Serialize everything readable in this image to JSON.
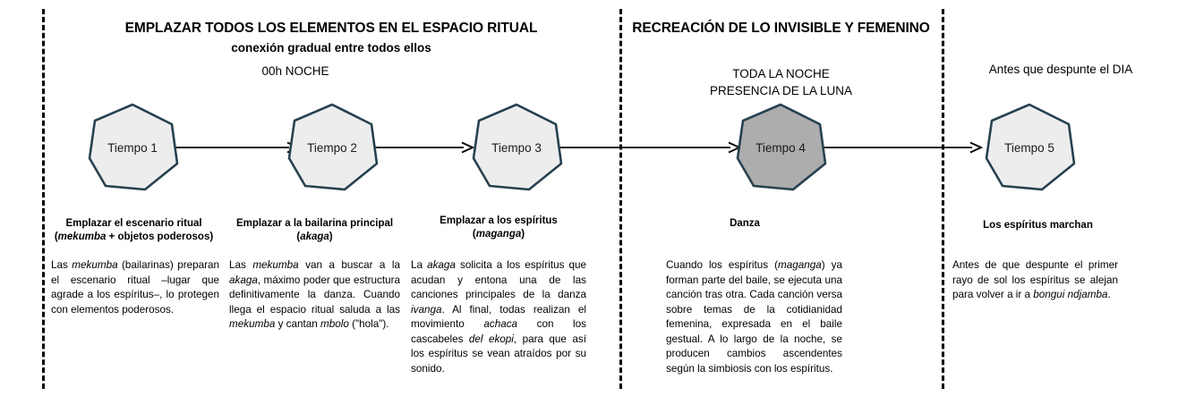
{
  "sections": [
    {
      "id": "emplazar",
      "title": "EMPLAZAR TODOS LOS ELEMENTOS EN EL ESPACIO RITUAL",
      "subtitle": "conexión gradual entre todos ellos",
      "time_note": "00h NOCHE"
    },
    {
      "id": "recreacion",
      "title": "RECREACIÓN DE LO INVISIBLE Y FEMENINO",
      "subtitle": "",
      "time_note": "TODA LA NOCHE\nPRESENCIA DE LA LUNA"
    },
    {
      "id": "amanecer",
      "title": "",
      "subtitle": "",
      "time_note": "Antes que despunte el DIA"
    }
  ],
  "steps": [
    {
      "node_label": "Tiempo 1",
      "fill": "#EDEDED",
      "stroke": "#27414F",
      "caption_line1": "Emplazar el escenario ritual",
      "caption_line2_pre": "(",
      "caption_line2_em": "mekumba",
      "caption_line2_post": " + objetos poderosos)",
      "body": "Las mekumba (bailarinas) preparan el escenario ritual –lugar que agrade a los espíritus–, lo protegen con elementos poderosos."
    },
    {
      "node_label": "Tiempo 2",
      "fill": "#EDEDED",
      "stroke": "#27414F",
      "caption_line1": "Emplazar a la bailarina principal",
      "caption_line2_pre": "(",
      "caption_line2_em": "akaga",
      "caption_line2_post": ")",
      "body": "Las mekumba van a buscar a la akaga, máximo poder que estructura definitivamente la danza. Cuando llega el espacio ritual saluda a las mekumba y cantan mbolo (\"hola\")."
    },
    {
      "node_label": "Tiempo 3",
      "fill": "#EDEDED",
      "stroke": "#27414F",
      "caption_line1": "Emplazar a los espíritus",
      "caption_line2_pre": "(",
      "caption_line2_em": "maganga",
      "caption_line2_post": ")",
      "body": "La akaga solicita a los espíritus que acudan y entona una de las canciones principales de la danza ivanga. Al final, todas realizan el movimiento achaca con los cascabeles del ekopi, para que así los espíritus se vean atraídos por su sonido."
    },
    {
      "node_label": "Tiempo 4",
      "fill": "#ADADAD",
      "stroke": "#27414F",
      "caption_line1": "Danza",
      "caption_line2_pre": "",
      "caption_line2_em": "",
      "caption_line2_post": "",
      "body": "Cuando los espíritus (maganga) ya forman parte del baile, se ejecuta una canción tras otra. Cada canción versa sobre temas de la cotidianidad femenina, expresada en el baile gestual. A lo largo de la noche, se producen cambios ascendentes según la simbiosis con los espíritus."
    },
    {
      "node_label": "Tiempo 5",
      "fill": "#EDEDED",
      "stroke": "#27414F",
      "caption_line1": "Los espíritus marchan",
      "caption_line2_pre": "",
      "caption_line2_em": "",
      "caption_line2_post": "",
      "body": "Antes de que despunte el primer rayo de sol los espíritus se alejan para volver a ir a bongui ndjamba."
    }
  ],
  "connectors": [
    {
      "from": "Tiempo 1",
      "to": "Tiempo 2"
    },
    {
      "from": "Tiempo 2",
      "to": "Tiempo 3"
    },
    {
      "from": "Tiempo 3",
      "to": "Tiempo 4"
    },
    {
      "from": "Tiempo 4",
      "to": "Tiempo 5"
    }
  ],
  "colors": {
    "node_fill_default": "#EDEDED",
    "node_fill_highlight": "#ADADAD",
    "node_stroke": "#27414F",
    "connector": "#000000",
    "divider": "#000000",
    "text": "#000000"
  }
}
